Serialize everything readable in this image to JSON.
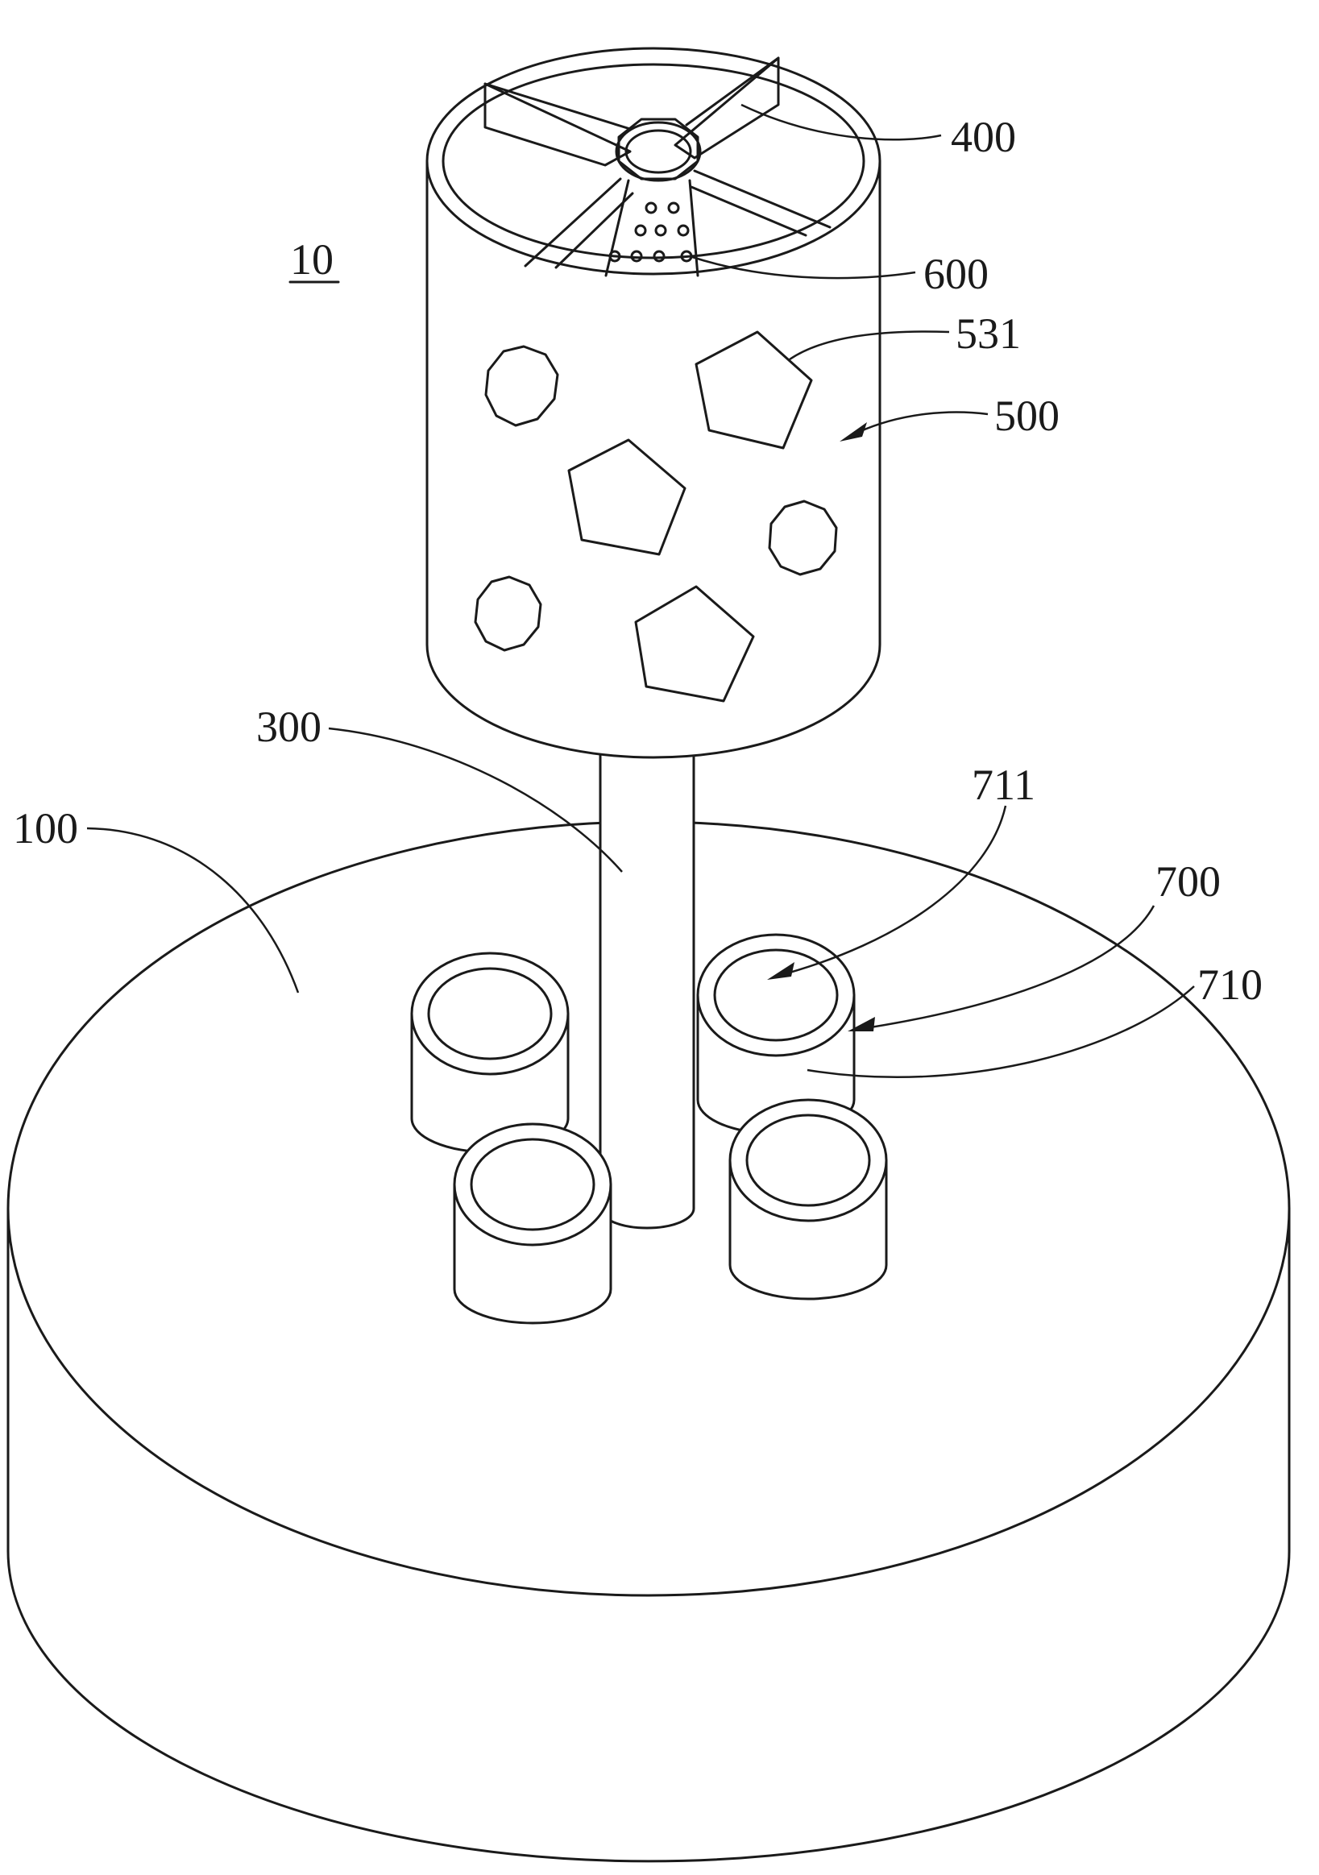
{
  "figure": {
    "reference_numeral": "10",
    "labels": {
      "base": "100",
      "shaft": "300",
      "blades": "400",
      "drum": "500",
      "drum_opening": "531",
      "spray_tube": "600",
      "cup_assembly": "700",
      "cup": "710",
      "cup_cavity": "711"
    }
  }
}
